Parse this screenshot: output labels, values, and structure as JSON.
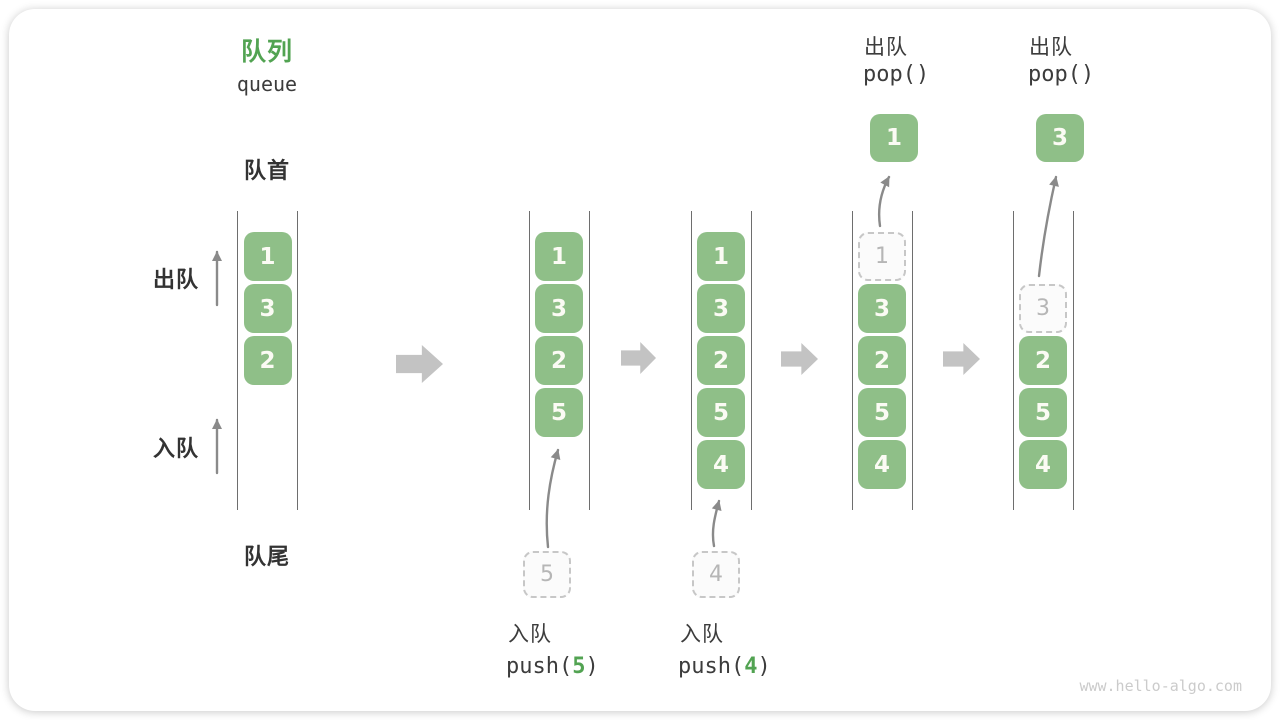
{
  "title": {
    "zh": "队列",
    "en": "queue"
  },
  "side_labels": {
    "front": "队首",
    "rear": "队尾",
    "dequeue": "出队",
    "enqueue": "入队"
  },
  "watermark": "www.hello-algo.com",
  "colors": {
    "accent_green": "#52a352",
    "box_green": "#8fbf88",
    "box_text": "#fbfbf4",
    "dashed_border": "#c7c7c7",
    "dashed_text": "#b6b6b6",
    "dark_text": "#3c3c3c",
    "block_arrow": "#c3c3c3",
    "thin_arrow": "#8a8a8a",
    "queue_line": "#6e6e6e"
  },
  "queues": [
    {
      "slots": [
        {
          "v": "1",
          "style": "solid"
        },
        {
          "v": "3",
          "style": "solid"
        },
        {
          "v": "2",
          "style": "solid"
        }
      ]
    },
    {
      "slots": [
        {
          "v": "1",
          "style": "solid"
        },
        {
          "v": "3",
          "style": "solid"
        },
        {
          "v": "2",
          "style": "solid"
        },
        {
          "v": "5",
          "style": "solid"
        }
      ],
      "staging": {
        "v": "5"
      },
      "op": {
        "label": "入队",
        "code_pre": "push(",
        "code_arg": "5",
        "code_post": ")"
      }
    },
    {
      "slots": [
        {
          "v": "1",
          "style": "solid"
        },
        {
          "v": "3",
          "style": "solid"
        },
        {
          "v": "2",
          "style": "solid"
        },
        {
          "v": "5",
          "style": "solid"
        },
        {
          "v": "4",
          "style": "solid"
        }
      ],
      "staging": {
        "v": "4"
      },
      "op": {
        "label": "入队",
        "code_pre": "push(",
        "code_arg": "4",
        "code_post": ")"
      }
    },
    {
      "slots": [
        {
          "v": "1",
          "style": "dashed"
        },
        {
          "v": "3",
          "style": "solid"
        },
        {
          "v": "2",
          "style": "solid"
        },
        {
          "v": "5",
          "style": "solid"
        },
        {
          "v": "4",
          "style": "solid"
        }
      ],
      "popped": {
        "v": "1"
      },
      "op_top": {
        "label": "出队",
        "code": "pop()"
      }
    },
    {
      "slots": [
        {
          "style": "empty"
        },
        {
          "v": "3",
          "style": "dashed"
        },
        {
          "v": "2",
          "style": "solid"
        },
        {
          "v": "5",
          "style": "solid"
        },
        {
          "v": "4",
          "style": "solid"
        }
      ],
      "popped": {
        "v": "3"
      },
      "op_top": {
        "label": "出队",
        "code": "pop()"
      }
    }
  ]
}
